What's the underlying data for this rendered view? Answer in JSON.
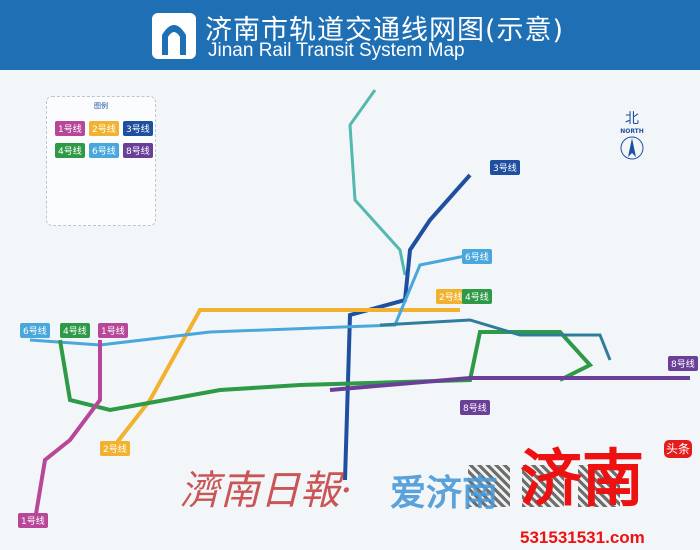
{
  "header": {
    "title": "济南市轨道交通线网图(示意)",
    "subtitle": "Jinan Rail Transit System Map"
  },
  "legend": {
    "title": "图例",
    "lines": [
      {
        "label": "1号线",
        "color": "#b8479a"
      },
      {
        "label": "2号线",
        "color": "#f2b12e"
      },
      {
        "label": "3号线",
        "color": "#1e4fa0"
      },
      {
        "label": "4号线",
        "color": "#2e9a47"
      },
      {
        "label": "6号线",
        "color": "#4aa7dc"
      },
      {
        "label": "8号线",
        "color": "#6a3f98"
      }
    ]
  },
  "north": {
    "cn": "北",
    "en": "NORTH"
  },
  "map_badges": {
    "l1a": "1号线",
    "l1b": "1号线",
    "l2a": "2号线",
    "l2b": "2号线",
    "l3": "3号线",
    "l4a": "4号线",
    "l4b": "4号线",
    "l6a": "6号线",
    "l6b": "6号线",
    "l8a": "8号线",
    "l8b": "8号线"
  },
  "watermarks": {
    "paper": "濟南日報·",
    "app": "爱济南",
    "brand": "济南",
    "toutiao": "头条",
    "site": "531531531.com"
  }
}
